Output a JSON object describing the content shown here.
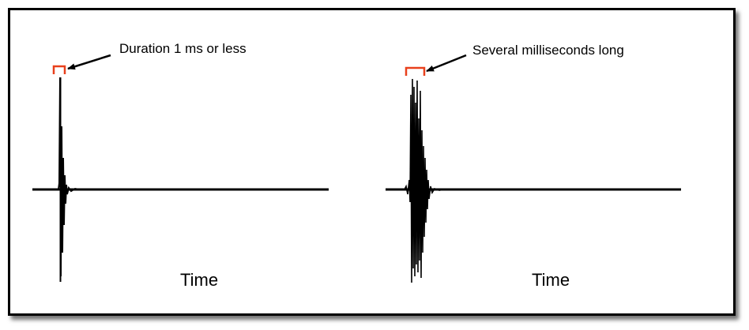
{
  "panels": [
    {
      "annotation": "Duration 1 ms or less",
      "axis_label": "Time"
    },
    {
      "annotation": "Several milliseconds long",
      "axis_label": "Time"
    }
  ],
  "colors": {
    "bracket": "#e8401c",
    "waveform": "#000000",
    "frame": "#000000"
  }
}
